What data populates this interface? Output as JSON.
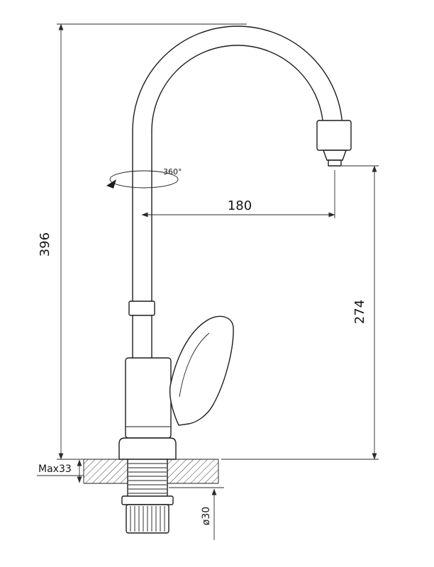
{
  "page": {
    "background": "#ffffff",
    "line_color": "#1c1c1c"
  },
  "labels": {
    "total_height": "396",
    "spout_reach": "180",
    "outlet_height": "274",
    "max_mount_thickness": "Max33",
    "hole_diameter": "ø30",
    "swivel": "360°"
  }
}
